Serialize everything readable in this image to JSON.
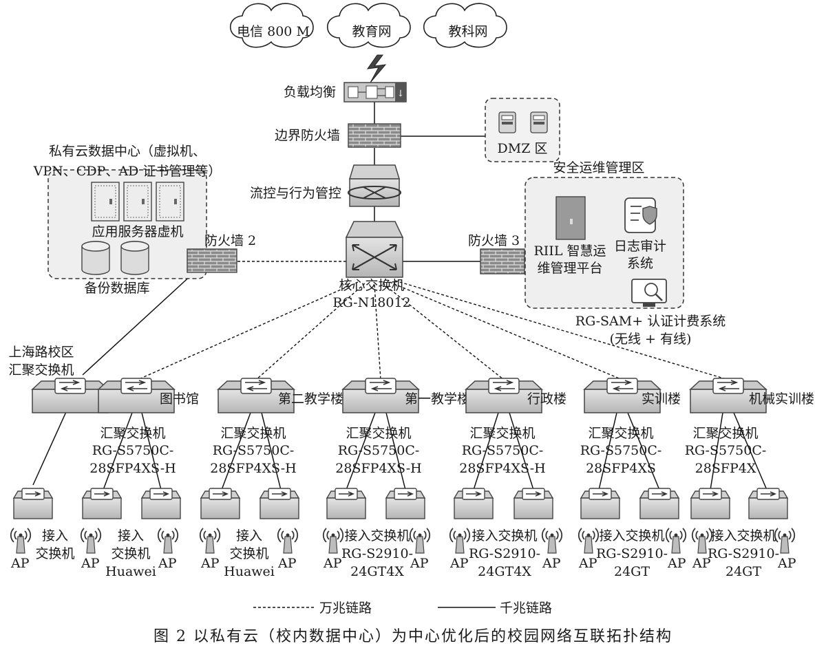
{
  "clouds": [
    "电信 800 M",
    "教育网",
    "教科网"
  ],
  "load_balancer": "负载均衡",
  "border_firewall": "边界防火墙",
  "dmz": "DMZ 区",
  "flow_control": "流控与行为管控",
  "private_cloud": {
    "title_line1": "私有云数据中心（虚拟机、",
    "title_line2": "VPN、CDP、AD 证书管理等）",
    "servers": "应用服务器虚机",
    "backup": "备份数据库"
  },
  "firewall2": "防火墙 2",
  "firewall3": "防火墙 3",
  "core_switch": {
    "line1": "核心交换机",
    "line2": "RG-N18012"
  },
  "security_zone": {
    "title": "安全运维管理区",
    "riil_line1": "RIIL 智慧运",
    "riil_line2": "维管理平台",
    "audit_line1": "日志审计",
    "audit_line2": "系统",
    "sam_line1": "RG-SAM+ 认证计费系统",
    "sam_line2": "(无线 + 有线)"
  },
  "shanghai": {
    "line1": "上海路校区",
    "line2": "汇聚交换机"
  },
  "buildings": {
    "b1": "图书馆",
    "b2": "第二教学楼",
    "b3": "第一教学楼",
    "b4": "行政楼",
    "b5": "实训楼",
    "b6": "机械实训楼"
  },
  "agg_label": "汇聚交换机",
  "agg_models": {
    "b1_l1": "RG-S5750C-",
    "b1_l2": "28SFP4XS-H",
    "b2_l1": "RG-S5750C-",
    "b2_l2": "28SFP4XS-H",
    "b3_l1": "RG-S5750C-",
    "b3_l2": "28SFP4XS-H",
    "b4_l1": "RG-S5750C-",
    "b4_l2": "28SFP4XS",
    "b5_l1": "RG-S5750C-",
    "b5_l2": "28SFP4X"
  },
  "access": {
    "jieru": "接入",
    "jiaohuanji": "交换机",
    "jieru_jiaohuanji": "接入交换机",
    "ap": "AP",
    "huawei": "Huawei",
    "m3_l1": "RG-S2910-",
    "m3_l2": "24GT4X",
    "m4_l1": "RG-S2910-",
    "m4_l2": "24GT4X",
    "m5_l1": "RG-S2910-",
    "m5_l2": "24GT",
    "m6_l1": "RG-S2910-",
    "m6_l2": "24GT"
  },
  "legend": {
    "ten_g": "万兆链路",
    "one_g": "千兆链路"
  },
  "caption": "图 2  以私有云（校内数据中心）为中心优化后的校园网络互联拓扑结构"
}
